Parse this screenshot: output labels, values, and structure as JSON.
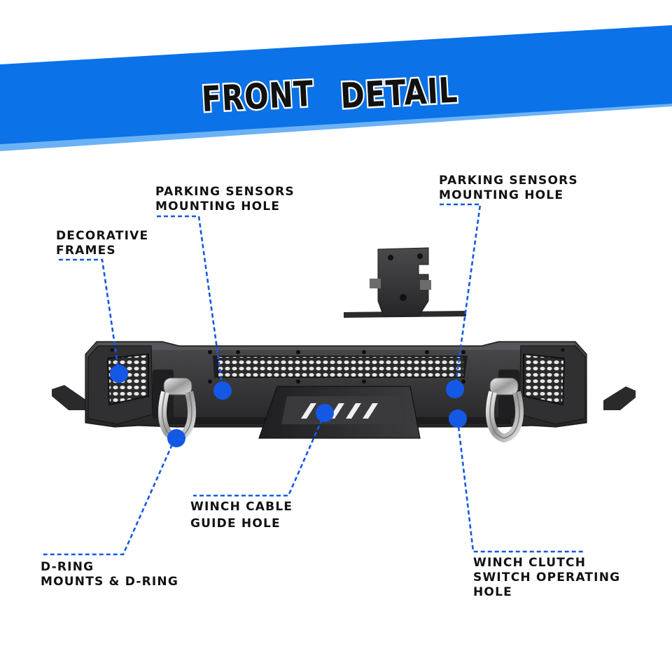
{
  "banner": {
    "title_word_1": "FRONT",
    "title_word_2": "DETAIL",
    "color": "#0B72E8",
    "light_color": "#6BB2F5"
  },
  "accent_color": "#1458E6",
  "callouts": [
    {
      "id": "decorative-frames",
      "lines": [
        "DECORATIVE",
        "FRAMES"
      ]
    },
    {
      "id": "parking-sensors-left",
      "lines": [
        "PARKING SENSORS",
        "MOUNTING HOLE"
      ]
    },
    {
      "id": "parking-sensors-right",
      "lines": [
        "PARKING SENSORS",
        "MOUNTING HOLE"
      ]
    },
    {
      "id": "winch-cable-guide",
      "lines": [
        "WINCH CABLE",
        "GUIDE HOLE"
      ]
    },
    {
      "id": "d-ring-mounts",
      "lines": [
        "D-RING",
        "MOUNTS & D-RING"
      ]
    },
    {
      "id": "winch-clutch-switch",
      "lines": [
        "WINCH CLUTCH",
        "SWITCH OPERATING",
        "HOLE"
      ]
    }
  ]
}
